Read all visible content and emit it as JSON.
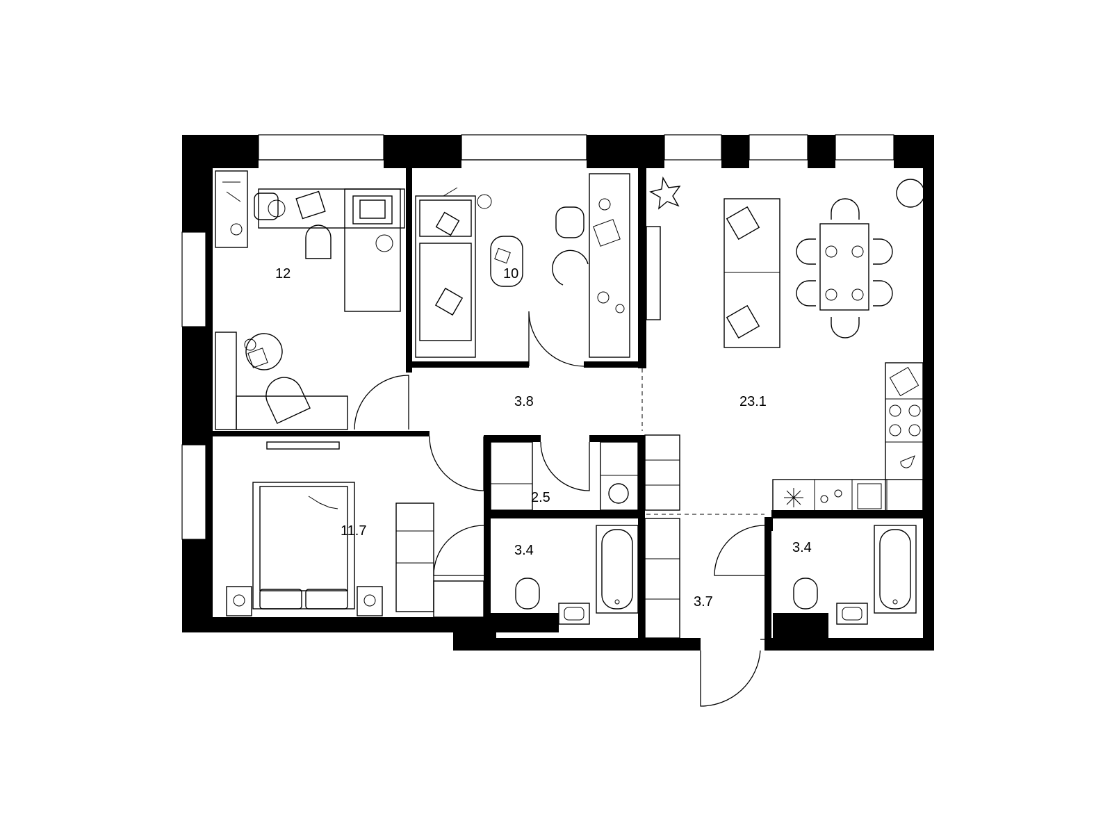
{
  "rooms": [
    {
      "id": "bedroom-top-left",
      "area": "12"
    },
    {
      "id": "kids-room",
      "area": "10"
    },
    {
      "id": "hall",
      "area": "3.8"
    },
    {
      "id": "living-kitchen",
      "area": "23.1"
    },
    {
      "id": "utility",
      "area": "2.5"
    },
    {
      "id": "bedroom-bottom-left",
      "area": "11.7"
    },
    {
      "id": "bathroom-left",
      "area": "3.4"
    },
    {
      "id": "bathroom-right",
      "area": "3.4"
    },
    {
      "id": "entrance-hall",
      "area": "3.7"
    }
  ],
  "colors": {
    "wall": "#000000",
    "background": "#ffffff",
    "line": "#000000"
  }
}
